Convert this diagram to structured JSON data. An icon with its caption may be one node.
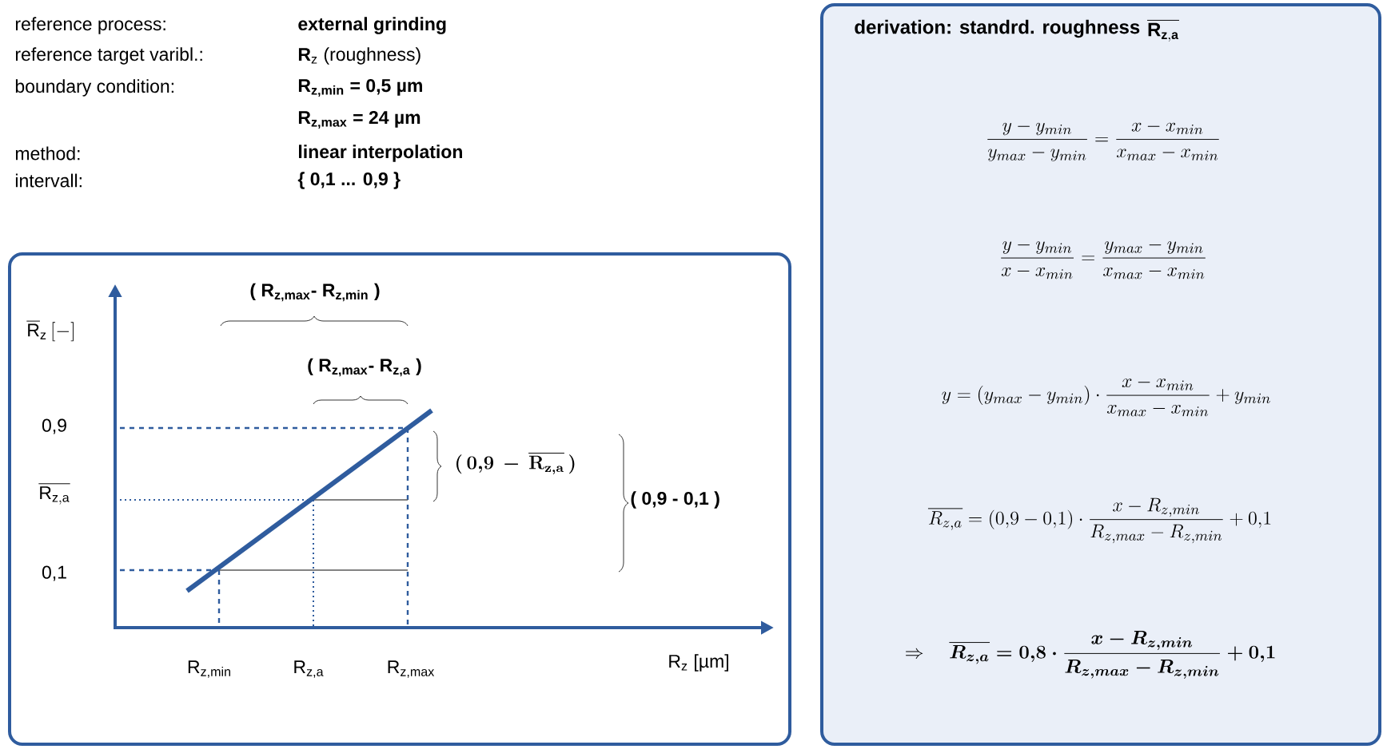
{
  "diagram": {
    "nodes": [
      {
        "text": [],
        "shape": "box"
      },
      {
        "text": [
          "derivation: standrd. roughness"
        ]
      }
    ],
    "labels": [
      "reference process:",
      "external grinding",
      "reference target varibl.:",
      "**R**$_{z}$ (roughness)",
      "boundary condition:",
      "R$_{z,min}$ = 0,5 µm",
      "R$_{z,max}$ = 24 µm",
      "method:",
      "linear interpolation",
      "intervall:",
      "{ 0,1 ... 0,9 }",
      "\\overline{\\mathbf{R}_{\\mathbf{z,a}}}",
      "( R$_{z,max}$- R$_{z,min}$ )",
      "( R$_{z,max}$- R$_{z,a}$ )",
      "\\overline{\\mathrm{R}}_{\\mathrm{z}}\\,[-]",
      "0,9",
      "\\overline{\\mathrm{R}_{\\mathrm{z,a}}}",
      "\\boldsymbol{(\\,0{,}9\\,-\\,\\overline{\\mathbf{R}_{\\mathbf{z,a}}}\\,)}",
      "( 0,9 - 0,1 )",
      "0,1",
      "R$_{z,min}$",
      "R$_{z,a}$",
      "R$_{z,max}$",
      "R$_{z}$ [µm]",
      "\\frac{y-y_{min}}{y_{max}-y_{min}}=\\frac{x-x_{min}}{x_{max}-x_{min}}",
      "\\frac{y-y_{min}}{x-x_{min}}=\\frac{y_{max}-y_{min}}{x_{max}-x_{min}}",
      "y=(y_{max}-y_{min})\\cdot\\frac{x-x_{min}}{x_{max}-x_{min}}+y_{min}",
      "\\overline{R_{z,a}}=(0{,}9-0{,}1)\\cdot\\frac{x-R_{z,min}}{R_{z,max}-R_{z,min}}+0{,}1",
      "\\Rightarrow\\quad\\boldsymbol{\\overline{R_{z,a}}=0{,}8\\cdot\\frac{x-R_{z,min}}{R_{z,max}-R_{z,min}}+0{,}1}"
    ]
  }
}
